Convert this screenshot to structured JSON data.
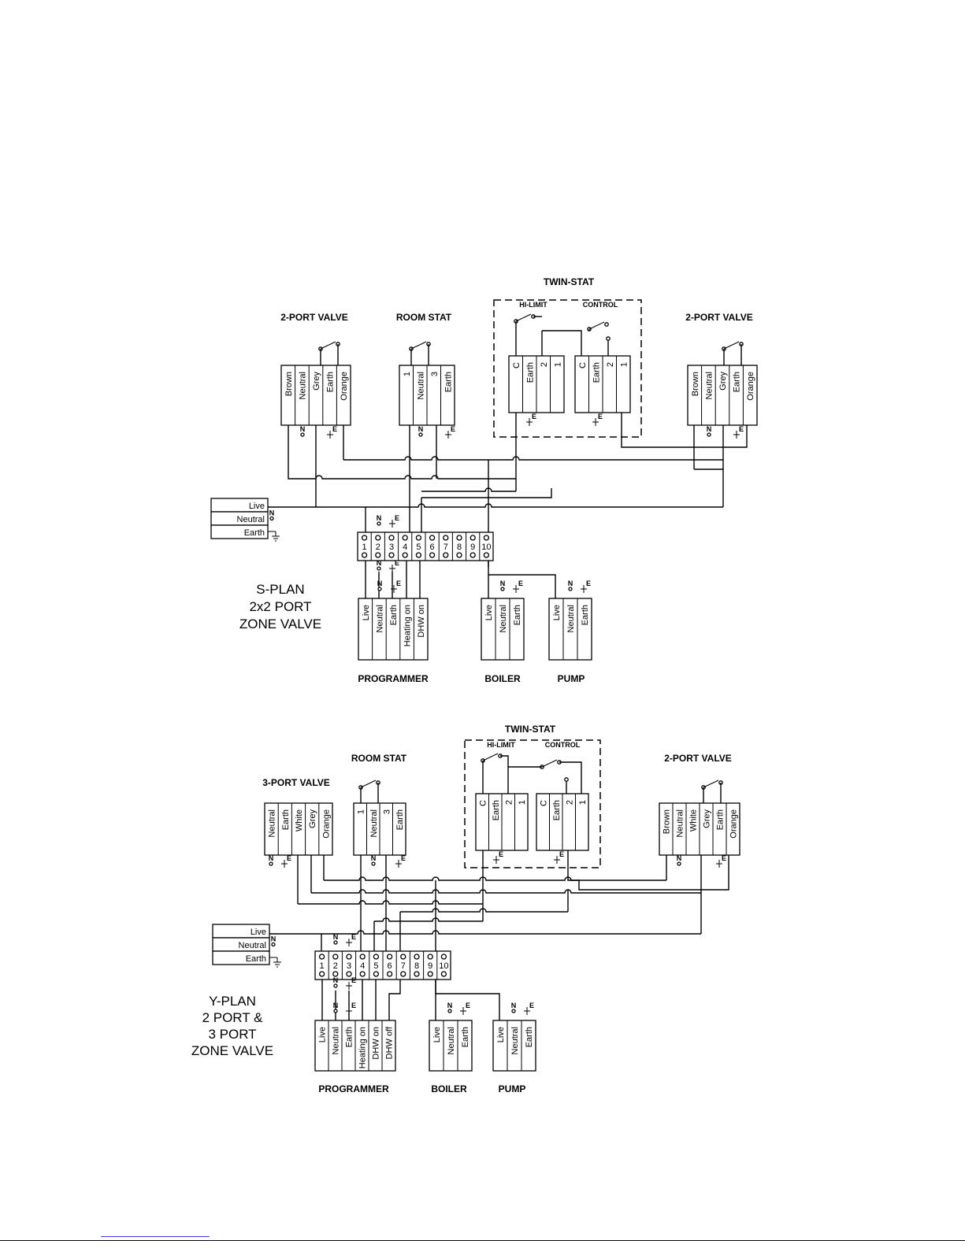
{
  "s_plan": {
    "title": [
      "S-PLAN",
      "2x2 PORT",
      "ZONE VALVE"
    ],
    "valve_left": {
      "label": "2-PORT VALVE",
      "terminals": [
        "Brown",
        "Neutral",
        "Grey",
        "Earth",
        "Orange"
      ]
    },
    "room_stat": {
      "label": "ROOM STAT",
      "terminals": [
        "1",
        "Neutral",
        "3",
        "Earth"
      ]
    },
    "twin_stat": {
      "label": "TWIN-STAT",
      "hi_limit": "HI-LIMIT",
      "control": "CONTROL",
      "unit_terminals": [
        "C",
        "Earth",
        "2",
        "1"
      ]
    },
    "valve_right": {
      "label": "2-PORT VALVE",
      "terminals": [
        "Brown",
        "Neutral",
        "Grey",
        "Earth",
        "Orange"
      ]
    },
    "supply": [
      "Live",
      "Neutral",
      "Earth"
    ],
    "strip_numbers": [
      "1",
      "2",
      "3",
      "4",
      "5",
      "6",
      "7",
      "8",
      "9",
      "10"
    ],
    "programmer": {
      "label": "PROGRAMMER",
      "terminals": [
        "Live",
        "Neutral",
        "Earth",
        "Heating on",
        "DHW on"
      ]
    },
    "boiler": {
      "label": "BOILER",
      "terminals": [
        "Live",
        "Neutral",
        "Earth"
      ]
    },
    "pump": {
      "label": "PUMP",
      "terminals": [
        "Live",
        "Neutral",
        "Earth"
      ]
    }
  },
  "y_plan": {
    "title": [
      "Y-PLAN",
      "2 PORT &",
      "3 PORT",
      "ZONE VALVE"
    ],
    "valve_3port": {
      "label": "3-PORT VALVE",
      "terminals": [
        "Neutral",
        "Earth",
        "White",
        "Grey",
        "Orange"
      ]
    },
    "room_stat": {
      "label": "ROOM STAT",
      "terminals": [
        "1",
        "Neutral",
        "3",
        "Earth"
      ]
    },
    "twin_stat": {
      "label": "TWIN-STAT",
      "hi_limit": "HI-LIMIT",
      "control": "CONTROL",
      "unit_terminals": [
        "C",
        "Earth",
        "2",
        "1"
      ]
    },
    "valve_2port": {
      "label": "2-PORT VALVE",
      "terminals": [
        "Brown",
        "Neutral",
        "White",
        "Grey",
        "Earth",
        "Orange"
      ]
    },
    "supply": [
      "Live",
      "Neutral",
      "Earth"
    ],
    "strip_numbers": [
      "1",
      "2",
      "3",
      "4",
      "5",
      "6",
      "7",
      "8",
      "9",
      "10"
    ],
    "programmer": {
      "label": "PROGRAMMER",
      "terminals": [
        "Live",
        "Neutral",
        "Earth",
        "Heating on",
        "DHW on",
        "DHW off"
      ]
    },
    "boiler": {
      "label": "BOILER",
      "terminals": [
        "Live",
        "Neutral",
        "Earth"
      ]
    },
    "pump": {
      "label": "PUMP",
      "terminals": [
        "Live",
        "Neutral",
        "Earth"
      ]
    }
  },
  "marks": {
    "n": "N",
    "e": "E"
  }
}
